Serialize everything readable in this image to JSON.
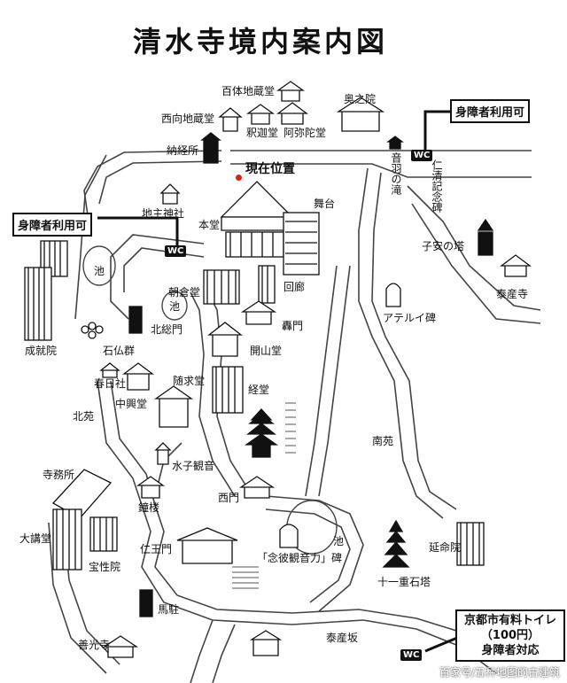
{
  "title": "清水寺境内案内図",
  "current_location": "現在位置",
  "accessible": "身障者利用可",
  "wc": "WC",
  "paid_toilet": {
    "line1": "京都市有料トイレ",
    "line2": "（100円）",
    "line3": "身障者対応"
  },
  "watermark": "百家号/五种地图的古建筑",
  "labels": {
    "hyakutai": "百体地蔵堂",
    "nishimuki": "西向地蔵堂",
    "shakado": "釈迦堂",
    "amida": "阿弥陀堂",
    "okunoin": "奥之院",
    "nokyo": "納経所",
    "otowa": "音羽の滝",
    "nisei": "仁清記念碑",
    "jishu": "地主神社",
    "hondo": "本堂",
    "butai": "舞台",
    "koyasu": "子安の塔",
    "taisan": "泰産寺",
    "ike1": "池",
    "chokura": "朝倉堂",
    "ike2": "池",
    "kairo": "回廊",
    "aterui": "アテルイ碑",
    "kitasomon": "北総門",
    "todorokimon": "轟門",
    "ishibotoke": "石仏群",
    "kaisan": "開山堂",
    "jojuin": "成就院",
    "kasuga": "春日社",
    "zuigu": "随求堂",
    "kyodo": "経堂",
    "chuko": "中興堂",
    "kitaen": "北苑",
    "minamien": "南苑",
    "jimusho": "寺務所",
    "mizuko": "水子観音",
    "shoro": "鐘楼",
    "nishimon": "西門",
    "enmei": "延命院",
    "daikodo": "大講堂",
    "hoshoin": "宝性院",
    "niomon": "仁王門",
    "nenpi": "「念彼観音力」碑",
    "ike3": "池",
    "juichi": "十一重石塔",
    "umadome": "馬駐",
    "zenko": "善光寺",
    "taisanzaka": "泰産坂"
  },
  "colors": {
    "ink": "#111111",
    "marker": "#dd2211"
  }
}
